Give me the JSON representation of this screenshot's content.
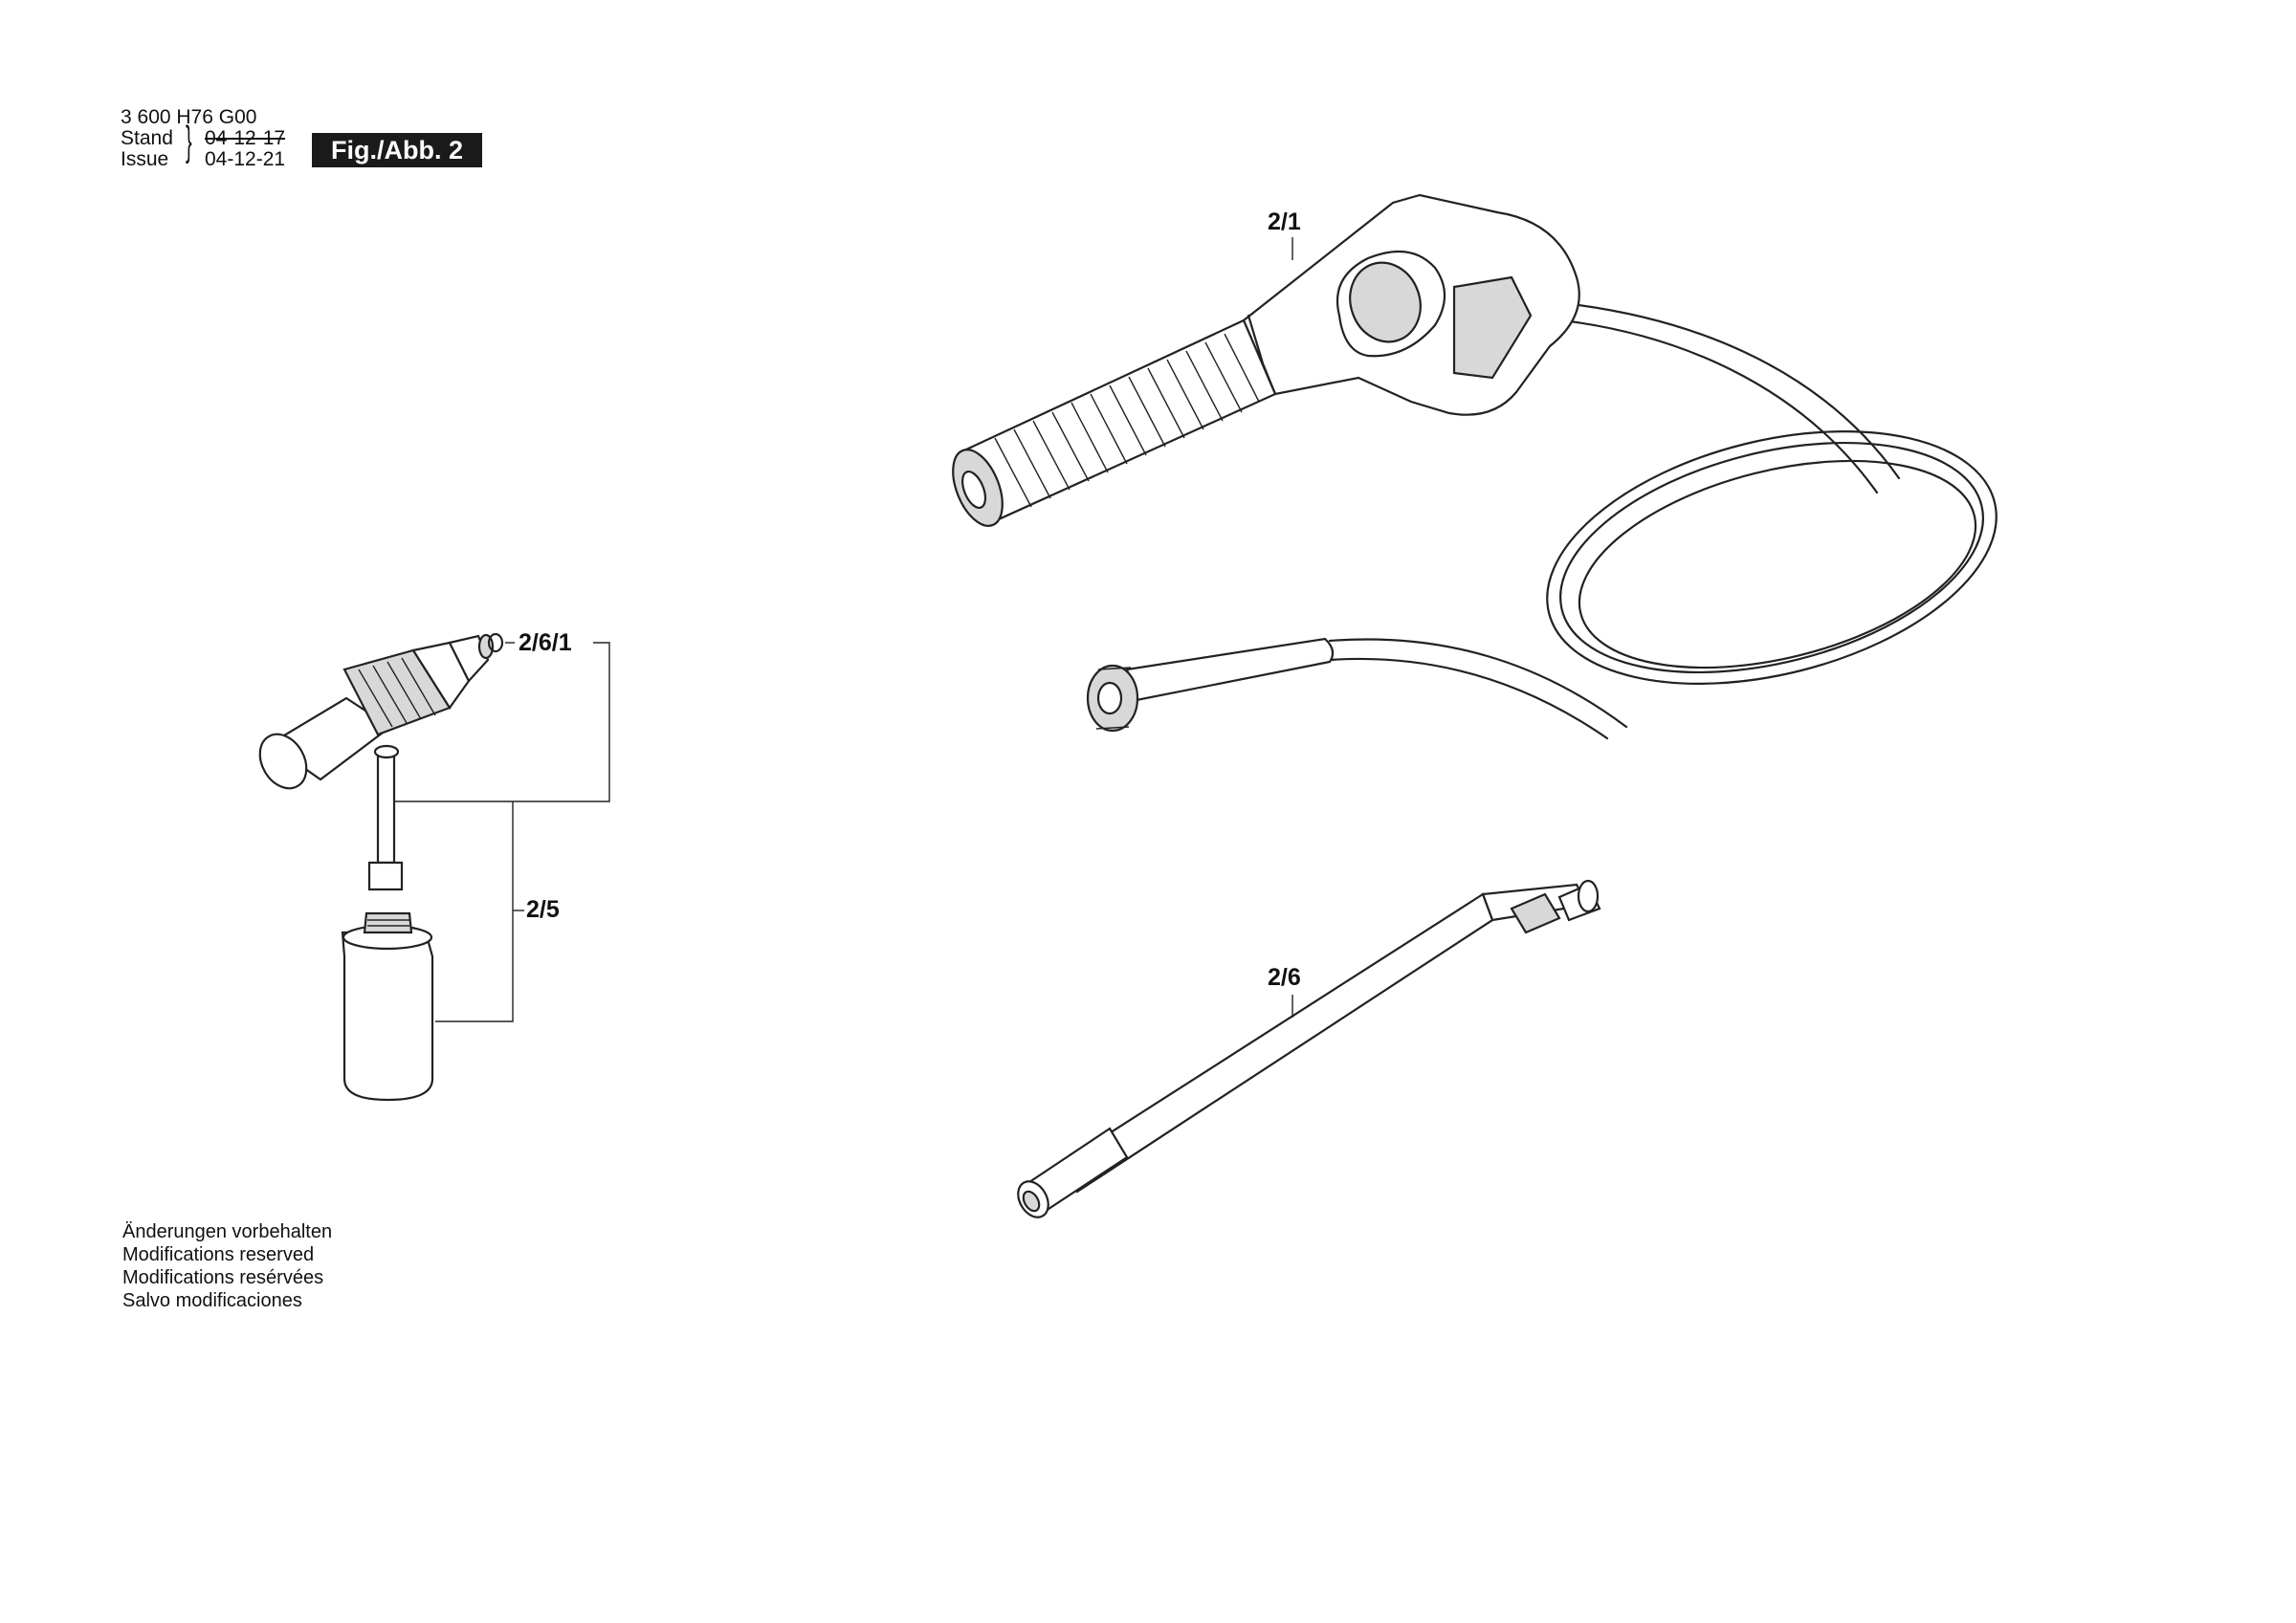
{
  "header": {
    "part_number": "3 600 H76 G00",
    "stand_label": "Stand",
    "stand_date": "04-12-17",
    "issue_label": "Issue",
    "issue_date": "04-12-21",
    "figure_label": "Fig./Abb. 2"
  },
  "callouts": {
    "gun": "2/1",
    "lance": "2/6",
    "lance_nozzle": "2/6/1",
    "detergent": "2/5"
  },
  "notes": [
    "Änderungen vorbehalten",
    "Modifications reserved",
    "Modifications resérvées",
    "Salvo modificaciones"
  ],
  "colors": {
    "ink": "#222222",
    "paper": "#ffffff",
    "label_box": "#1a1a1a"
  }
}
